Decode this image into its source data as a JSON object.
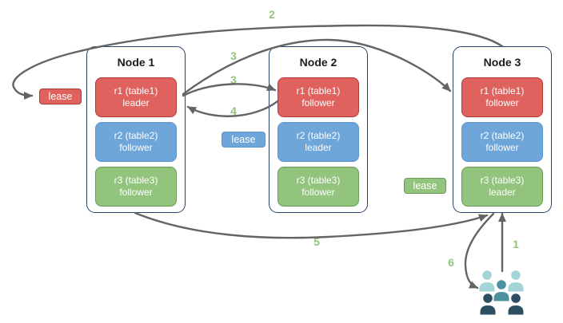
{
  "nodes": [
    {
      "title": "Node 1",
      "replicas": [
        {
          "name": "r1 (table1)",
          "role": "leader",
          "color": "red"
        },
        {
          "name": "r2 (table2)",
          "role": "follower",
          "color": "blue"
        },
        {
          "name": "r3 (table3)",
          "role": "follower",
          "color": "green"
        }
      ]
    },
    {
      "title": "Node 2",
      "replicas": [
        {
          "name": "r1 (table1)",
          "role": "follower",
          "color": "red"
        },
        {
          "name": "r2 (table2)",
          "role": "leader",
          "color": "blue"
        },
        {
          "name": "r3 (table3)",
          "role": "follower",
          "color": "green"
        }
      ]
    },
    {
      "title": "Node 3",
      "replicas": [
        {
          "name": "r1 (table1)",
          "role": "follower",
          "color": "red"
        },
        {
          "name": "r2 (table2)",
          "role": "follower",
          "color": "blue"
        },
        {
          "name": "r3 (table3)",
          "role": "leader",
          "color": "green"
        }
      ]
    }
  ],
  "leases": [
    {
      "label": "lease",
      "color": "red"
    },
    {
      "label": "lease",
      "color": "blue"
    },
    {
      "label": "lease",
      "color": "green"
    }
  ],
  "steps": {
    "s1": "1",
    "s2": "2",
    "s3a": "3",
    "s3b": "3",
    "s4": "4",
    "s5": "5",
    "s6": "6"
  },
  "icons": {
    "users_group": "users-group-icon"
  },
  "colors": {
    "node_border": "#26436b",
    "red_fill": "#e0625e",
    "red_border": "#b43b34",
    "blue_fill": "#6ea6da",
    "blue_border": "#5b96cc",
    "green_fill": "#93c47d",
    "green_border": "#679e51",
    "step_green": "#93c47d",
    "arrow": "#646464",
    "users_light": "#a3d5d8",
    "users_mid": "#4d91a0",
    "users_dark": "#2d4f62"
  }
}
